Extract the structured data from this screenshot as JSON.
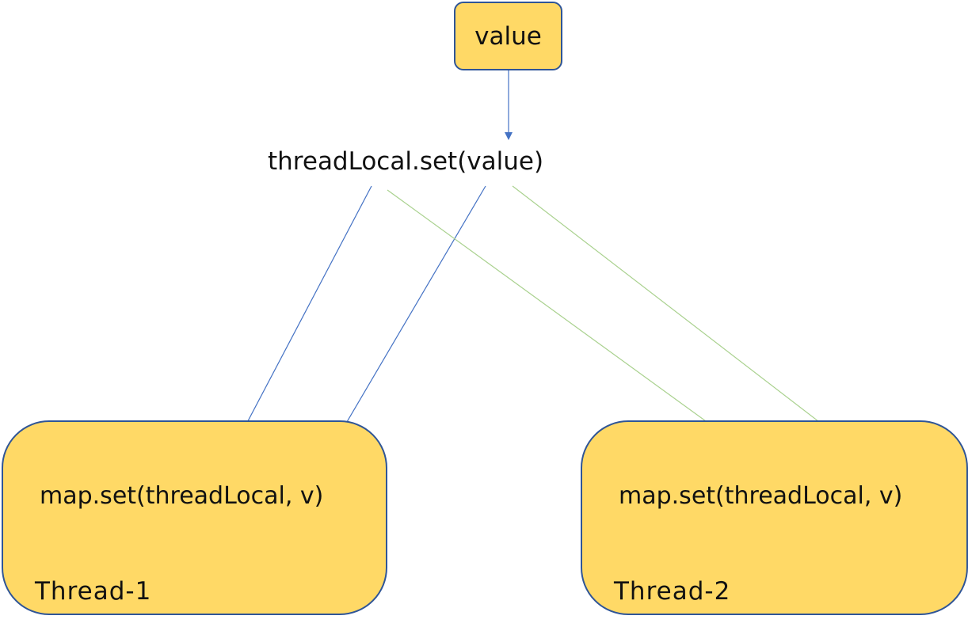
{
  "nodes": {
    "value": "value",
    "thread_local_set": "threadLocal.set(value)",
    "thread_1": {
      "call": "map.set(threadLocal, v)",
      "name": "Thread-1"
    },
    "thread_2": {
      "call": "map.set(threadLocal, v)",
      "name": "Thread-2"
    }
  },
  "colors": {
    "box_fill": "#ffd966",
    "box_border": "#2f5597",
    "arrow_thread_1": "#4472c4",
    "arrow_thread_2": "#a9d18e"
  }
}
